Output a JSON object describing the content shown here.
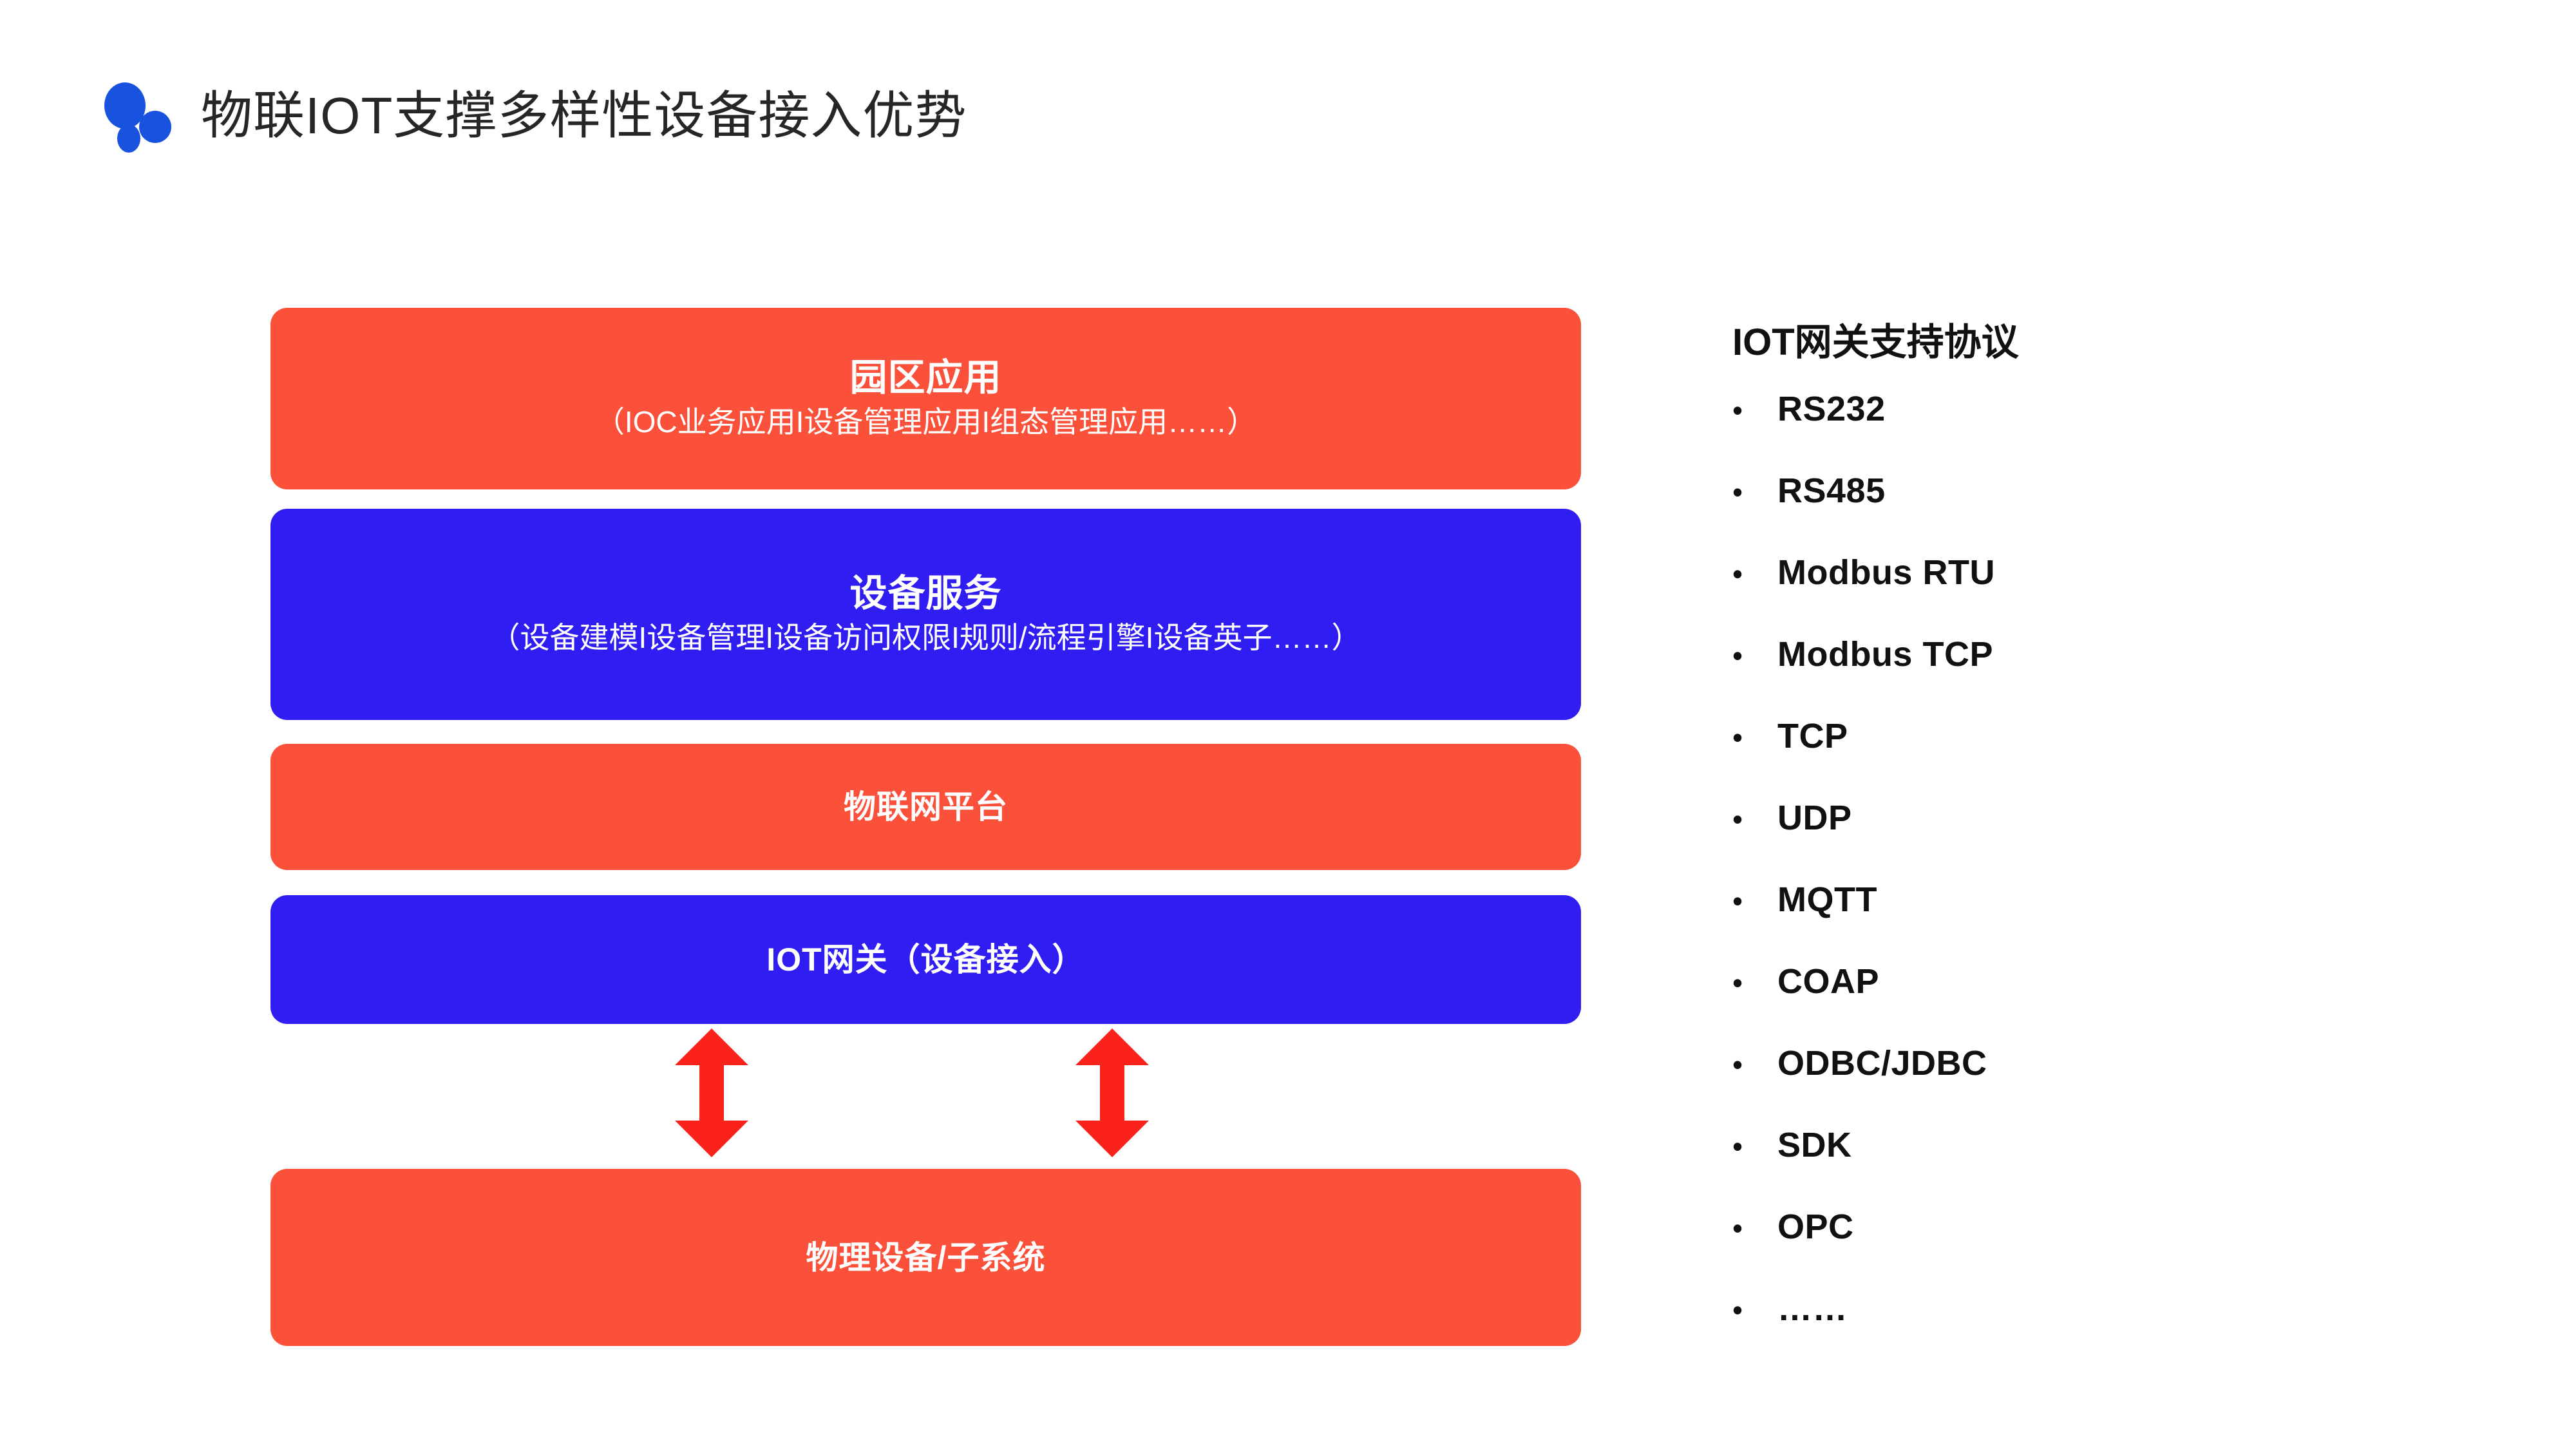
{
  "header": {
    "logo_icon": "three-dots-logo-icon",
    "title": "物联IOT支撑多样性设备接入优势",
    "logo_color": "#1a52e0"
  },
  "colors": {
    "red": "#fb503a",
    "blue": "#2f1df2",
    "arrow_red": "#fb2319",
    "text_dark": "#262626"
  },
  "architecture": {
    "layers": [
      {
        "title": "园区应用",
        "subtitle": "（IOC业务应用I设备管理应用I组态管理应用……）",
        "color": "red"
      },
      {
        "title": "设备服务",
        "subtitle": "（设备建模I设备管理I设备访问权限I规则/流程引擎I设备英子……）",
        "color": "blue"
      },
      {
        "title": "物联网平台",
        "subtitle": "",
        "color": "red"
      },
      {
        "title": "IOT网关（设备接入）",
        "subtitle": "",
        "color": "blue"
      },
      {
        "title": "物理设备/子系统",
        "subtitle": "",
        "color": "red"
      }
    ],
    "connectors": [
      {
        "icon": "double-headed-vertical-arrow-icon"
      },
      {
        "icon": "double-headed-vertical-arrow-icon"
      }
    ]
  },
  "protocols": {
    "heading": "IOT网关支持协议",
    "bullet_glyph": "•",
    "items": [
      {
        "label": "RS232"
      },
      {
        "label": "RS485"
      },
      {
        "label": "Modbus RTU"
      },
      {
        "label": "Modbus TCP"
      },
      {
        "label": "TCP"
      },
      {
        "label": "UDP"
      },
      {
        "label": "MQTT"
      },
      {
        "label": "COAP"
      },
      {
        "label": "ODBC/JDBC"
      },
      {
        "label": "SDK"
      },
      {
        "label": "OPC"
      },
      {
        "label": "……"
      }
    ]
  }
}
